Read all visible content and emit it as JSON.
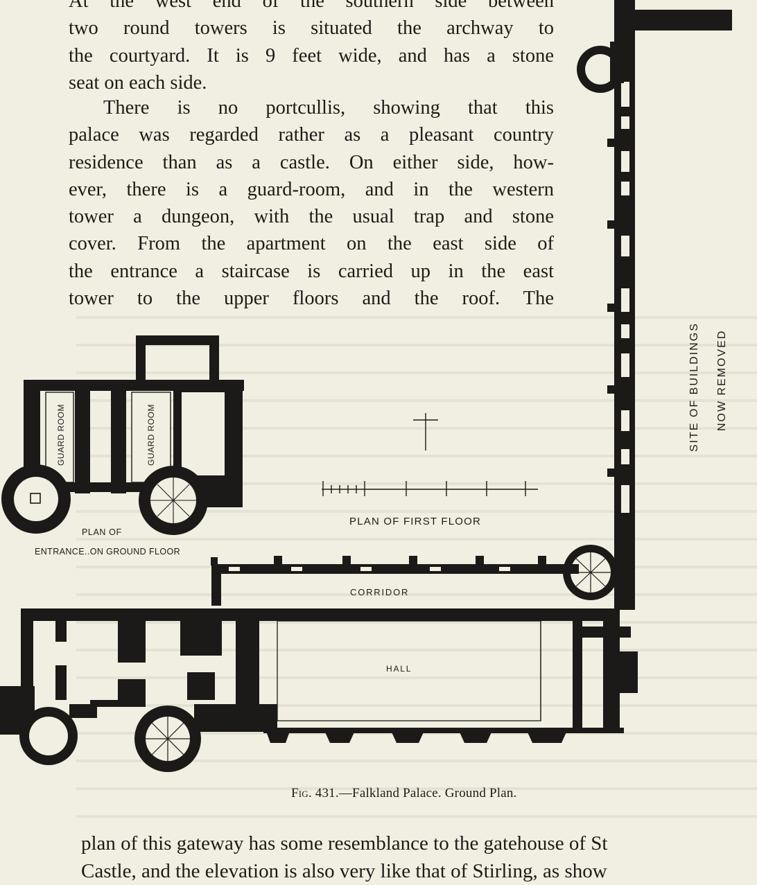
{
  "text": {
    "line0": "At the west end of the southern side between",
    "p1_lines": [
      "two round towers is situated the archway to",
      "the courtyard. It is 9 feet wide, and has a stone",
      "seat on each side."
    ],
    "p2_lines": [
      "There is no portcullis, showing that this",
      "palace was regarded rather as a pleasant country",
      "residence than as a castle. On either side, how-",
      "ever, there is a guard-room, and in the western",
      "tower a dungeon, with the usual trap and stone",
      "cover. From the apartment on the east side of",
      "the entrance a staircase is carried up in the east",
      "tower to the upper floors and the roof. The"
    ],
    "bottom_lines": [
      "plan of this gateway has some resemblance to the gatehouse of St",
      "Castle, and the elevation is also very like that of Stirling, as show"
    ]
  },
  "caption": {
    "fig": "Fig. 431.",
    "dash": "—",
    "title": "Falkland Palace. Ground Plan."
  },
  "plan_labels": {
    "guard_room_1": "GUARD ROOM",
    "guard_room_2": "GUARD ROOM",
    "entrance_line1": "PLAN OF",
    "entrance_line2": "ENTRANCE..ON GROUND FLOOR",
    "first_floor": "PLAN OF FIRST FLOOR",
    "corridor": "CORRIDOR",
    "hall": "HALL",
    "site_line1": "SITE OF BUILDINGS",
    "site_line2": "NOW REMOVED"
  }
}
